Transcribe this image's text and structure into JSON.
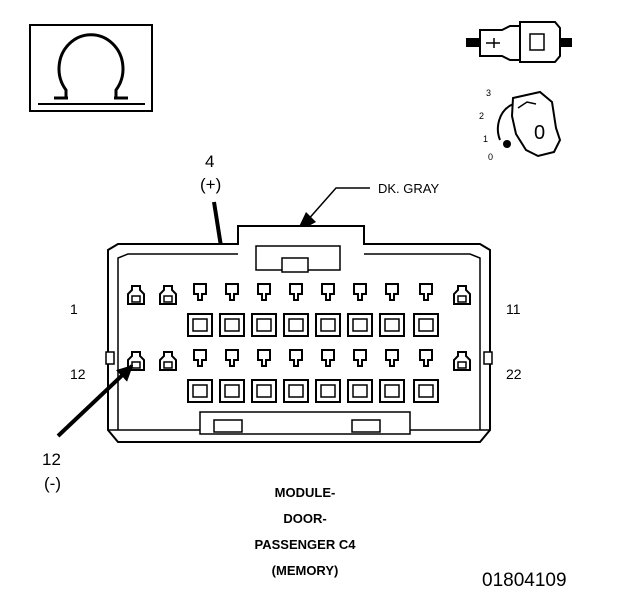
{
  "symbol": {
    "icon": "ohm-symbol-icon"
  },
  "inset_icons": {
    "connector": "connector-plug-icon",
    "ignition": "ignition-key-icon"
  },
  "ignition": {
    "positions": [
      "3",
      "2",
      "1",
      "0"
    ],
    "key_text": "0"
  },
  "connector": {
    "wire_color": "DK. GRAY",
    "pin_numbers": {
      "top_left": "1",
      "top_right": "11",
      "bottom_left": "12",
      "bottom_right": "22"
    }
  },
  "callouts": {
    "positive": {
      "pin": "4",
      "polarity": "(+)"
    },
    "negative": {
      "pin": "12",
      "polarity": "(-)"
    }
  },
  "caption": {
    "line1": "MODULE-",
    "line2": "DOOR-",
    "line3": "PASSENGER C4",
    "line4": "(MEMORY)"
  },
  "figure_id": "01804109"
}
